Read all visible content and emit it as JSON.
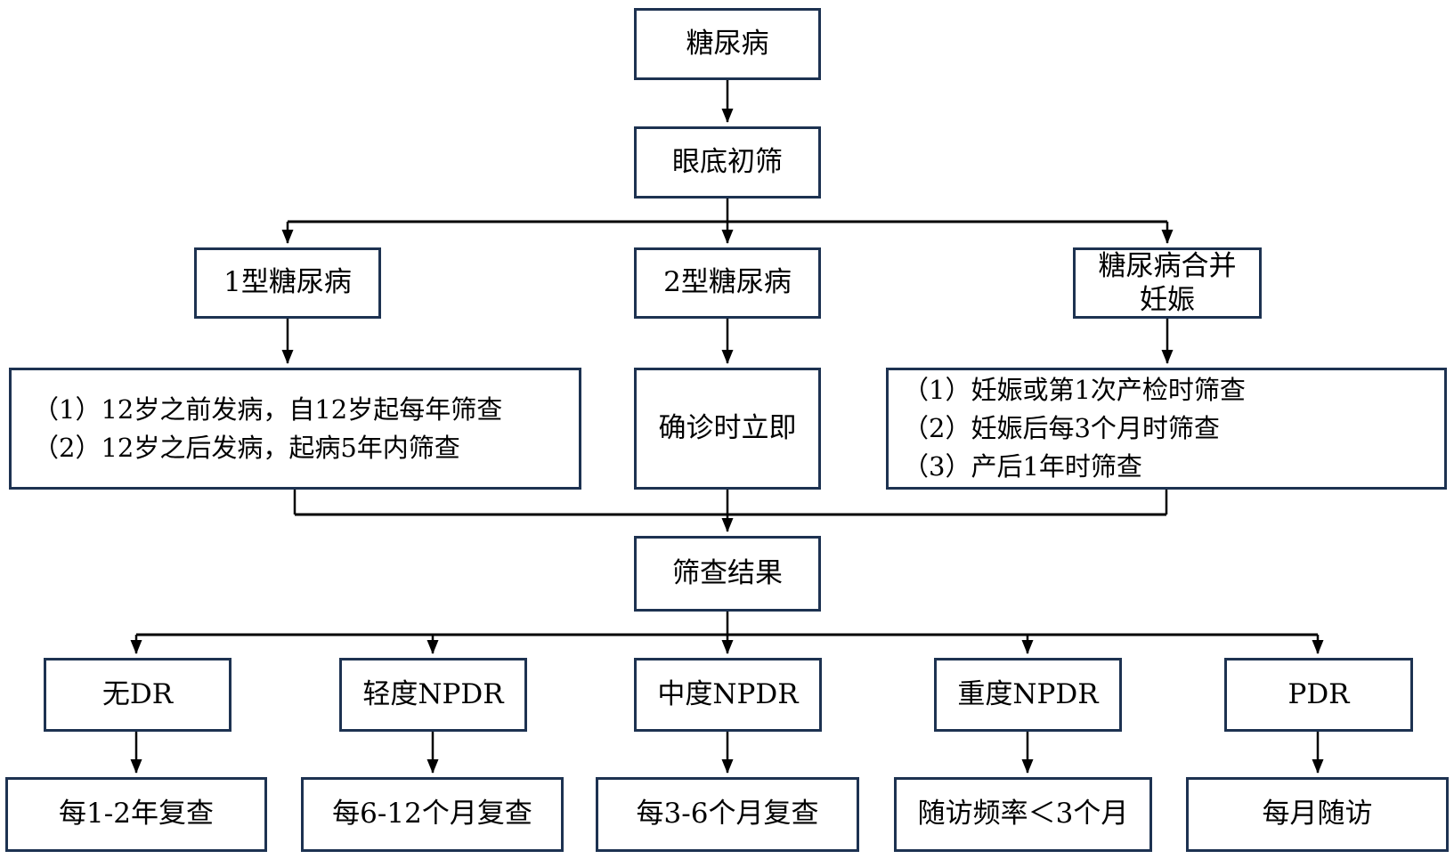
{
  "diagram": {
    "title_semantic": "diabetic-retinopathy-screening-flowchart",
    "colors": {
      "box_border": "#1d3251",
      "connector": "#000000",
      "text": "#000000",
      "background": "#ffffff"
    }
  },
  "nodes": {
    "root": {
      "label": "糖尿病"
    },
    "fundus": {
      "label": "眼底初筛"
    },
    "type1": {
      "label": "1型糖尿病"
    },
    "type2": {
      "label": "2型糖尿病"
    },
    "pregnancy": {
      "lines": [
        "糖尿病合并",
        "妊娠"
      ]
    },
    "type1_detail": {
      "lines": [
        "（1）12岁之前发病，自12岁起每年筛查",
        "（2）12岁之后发病，起病5年内筛查"
      ]
    },
    "type2_detail": {
      "label": "确诊时立即"
    },
    "pregnancy_detail": {
      "lines": [
        "（1）妊娠或第1次产检时筛查",
        "（2）妊娠后每3个月时筛查",
        "（3）产后1年时筛查"
      ]
    },
    "result": {
      "label": "筛查结果"
    },
    "no_dr": {
      "label": "无DR"
    },
    "mild_npdr": {
      "label": "轻度NPDR"
    },
    "moderate_npdr": {
      "label": "中度NPDR"
    },
    "severe_npdr": {
      "label": "重度NPDR"
    },
    "pdr": {
      "label": "PDR"
    },
    "no_dr_action": {
      "label": "每1-2年复查"
    },
    "mild_action": {
      "label": "每6-12个月复查"
    },
    "moderate_action": {
      "label": "每3-6个月复查"
    },
    "severe_action": {
      "label": "随访频率＜3个月"
    },
    "pdr_action": {
      "label": "每月随访"
    }
  }
}
